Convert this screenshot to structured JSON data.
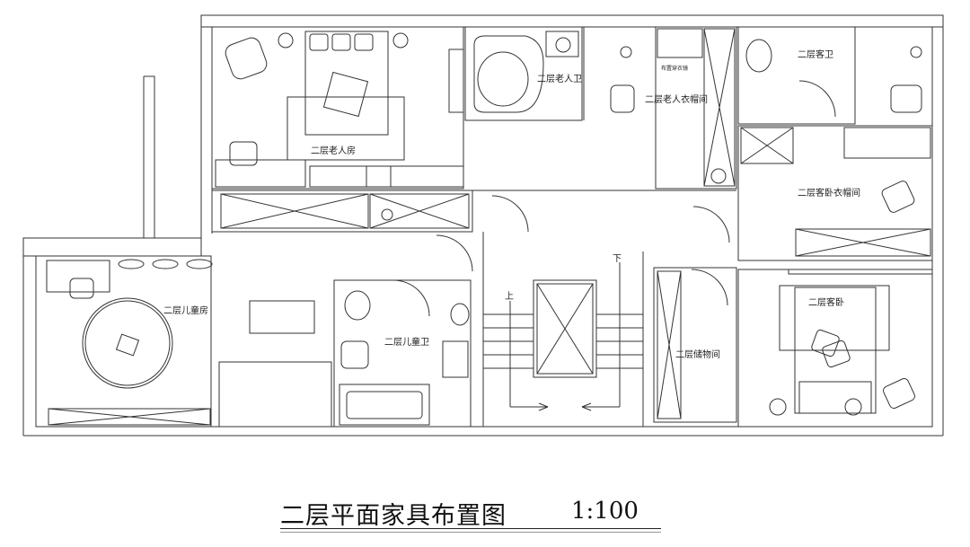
{
  "drawing": {
    "title": "二层平面家具布置图",
    "scale": "1:100"
  },
  "rooms": [
    {
      "id": "elder-bedroom",
      "label": "二层老人房"
    },
    {
      "id": "elder-bath",
      "label": "二层老人卫"
    },
    {
      "id": "elder-closet",
      "label": "二层老人衣帽间"
    },
    {
      "id": "closet-sign",
      "label": "布置穿衣镜"
    },
    {
      "id": "guest-bath",
      "label": "二层客卫"
    },
    {
      "id": "guest-closet",
      "label": "二层客卧衣帽间"
    },
    {
      "id": "children-room",
      "label": "二层儿童房"
    },
    {
      "id": "children-bath",
      "label": "二层儿童卫"
    },
    {
      "id": "storage",
      "label": "二层储物间"
    },
    {
      "id": "guest-bedroom",
      "label": "二层客卧"
    }
  ],
  "stairs": {
    "up_label": "上",
    "down_label": "下"
  }
}
